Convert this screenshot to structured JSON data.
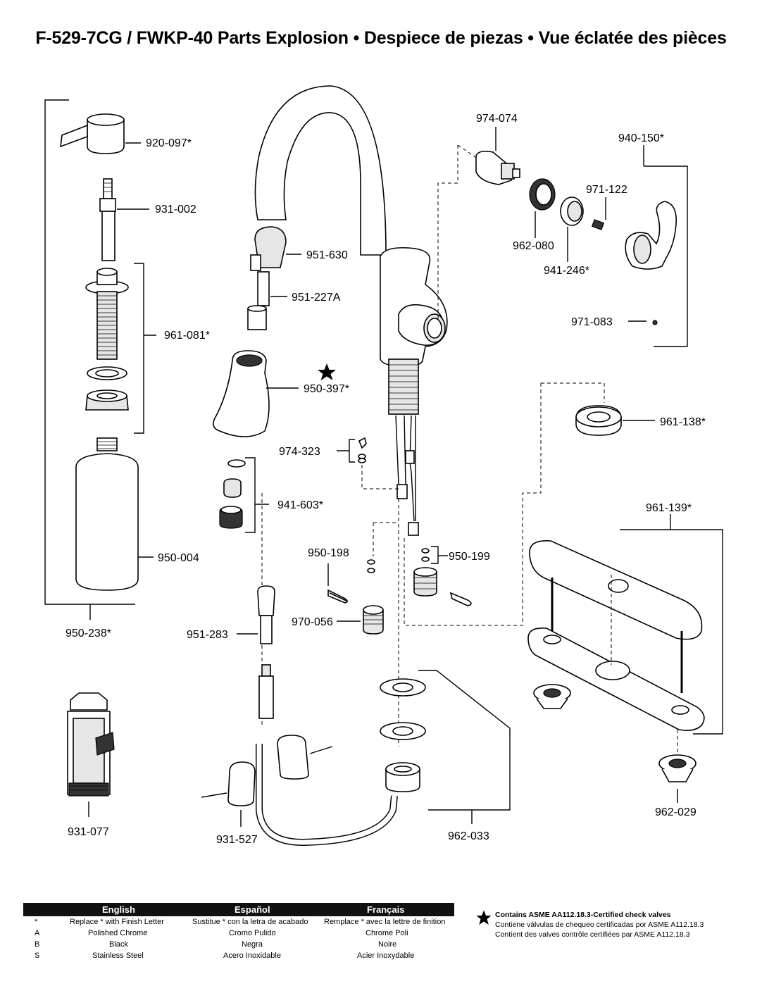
{
  "title": "F-529-7CG / FWKP-40  Parts Explosion  •  Despiece de piezas  •  Vue éclatée des pièces",
  "part_labels": [
    "920-097*",
    "931-002",
    "961-081*",
    "950-004",
    "950-238*",
    "931-077",
    "951-630",
    "951-227A",
    "950-397*",
    "974-323",
    "941-603*",
    "950-198",
    "970-056",
    "951-283",
    "931-527",
    "950-199",
    "962-033",
    "974-074",
    "940-150*",
    "971-122",
    "962-080",
    "941-246*",
    "971-083",
    "961-138*",
    "961-139*",
    "962-029"
  ],
  "legend": {
    "headers": [
      "English",
      "Español",
      "Français"
    ],
    "rows": [
      {
        "key": "*",
        "en": "Replace * with Finish Letter",
        "es": "Sustitue * con la letra de acabado",
        "fr": "Remplace * avec la lettre de finition"
      },
      {
        "key": "A",
        "en": "Polished Chrome",
        "es": "Cromo Pulido",
        "fr": "Chrome Poli"
      },
      {
        "key": "B",
        "en": "Black",
        "es": "Negra",
        "fr": "Noire"
      },
      {
        "key": "S",
        "en": "Stainless Steel",
        "es": "Acero Inoxidable",
        "fr": "Acier Inoxydable"
      }
    ]
  },
  "note": {
    "line1": "Contains ASME AA112.18.3-Certified check valves",
    "line2": "Contiene válvulas de chequeo certificadas por ASME A112.18.3",
    "line3": "Contient des valves contrôle certifiées par ASME A112.18.3",
    "icon": "star-icon"
  }
}
